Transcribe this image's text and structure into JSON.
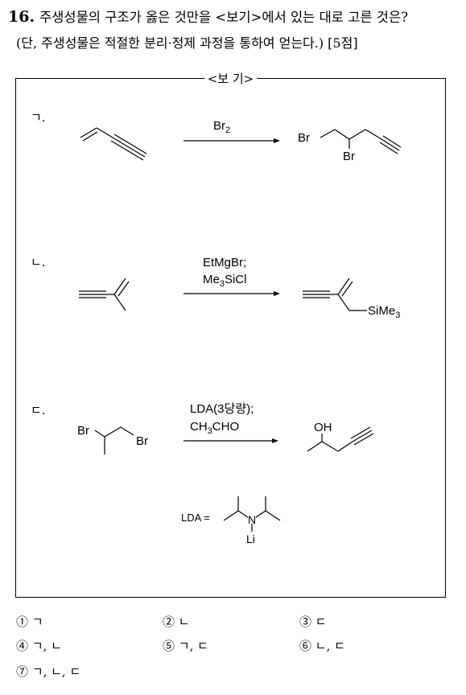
{
  "question": {
    "number": "16.",
    "text": "주생성물의 구조가 옳은 것만을 <보기>에서 있는 대로 고른 것은?",
    "condition": "(단, 주생성물은 적절한 분리·정제 과정을 통하여 얻는다.) [5점]"
  },
  "box": {
    "title": "<보 기>",
    "items": [
      {
        "label": "ㄱ.",
        "reagent1": "Br",
        "reagent1_sub": "2",
        "product_labels": [
          "Br",
          "Br"
        ]
      },
      {
        "label": "ㄴ.",
        "reagent1": "EtMgBr;",
        "reagent2_pre": "Me",
        "reagent2_sub": "3",
        "reagent2_post": "SiCl",
        "product_group_pre": "SiMe",
        "product_group_sub": "3"
      },
      {
        "label": "ㄷ.",
        "reagent1": "LDA(3당량);",
        "reagent2_pre": "CH",
        "reagent2_sub": "3",
        "reagent2_post": "CHO",
        "reactant_labels": [
          "Br",
          "Br"
        ],
        "product_label": "OH"
      }
    ],
    "lda": {
      "label": "LDA =",
      "n": "N",
      "li": "Li"
    }
  },
  "choices": [
    {
      "num": "①",
      "text": "ㄱ"
    },
    {
      "num": "②",
      "text": "ㄴ"
    },
    {
      "num": "③",
      "text": "ㄷ"
    },
    {
      "num": "④",
      "text": "ㄱ, ㄴ"
    },
    {
      "num": "⑤",
      "text": "ㄱ, ㄷ"
    },
    {
      "num": "⑥",
      "text": "ㄴ, ㄷ"
    },
    {
      "num": "⑦",
      "text": "ㄱ, ㄴ, ㄷ"
    }
  ]
}
